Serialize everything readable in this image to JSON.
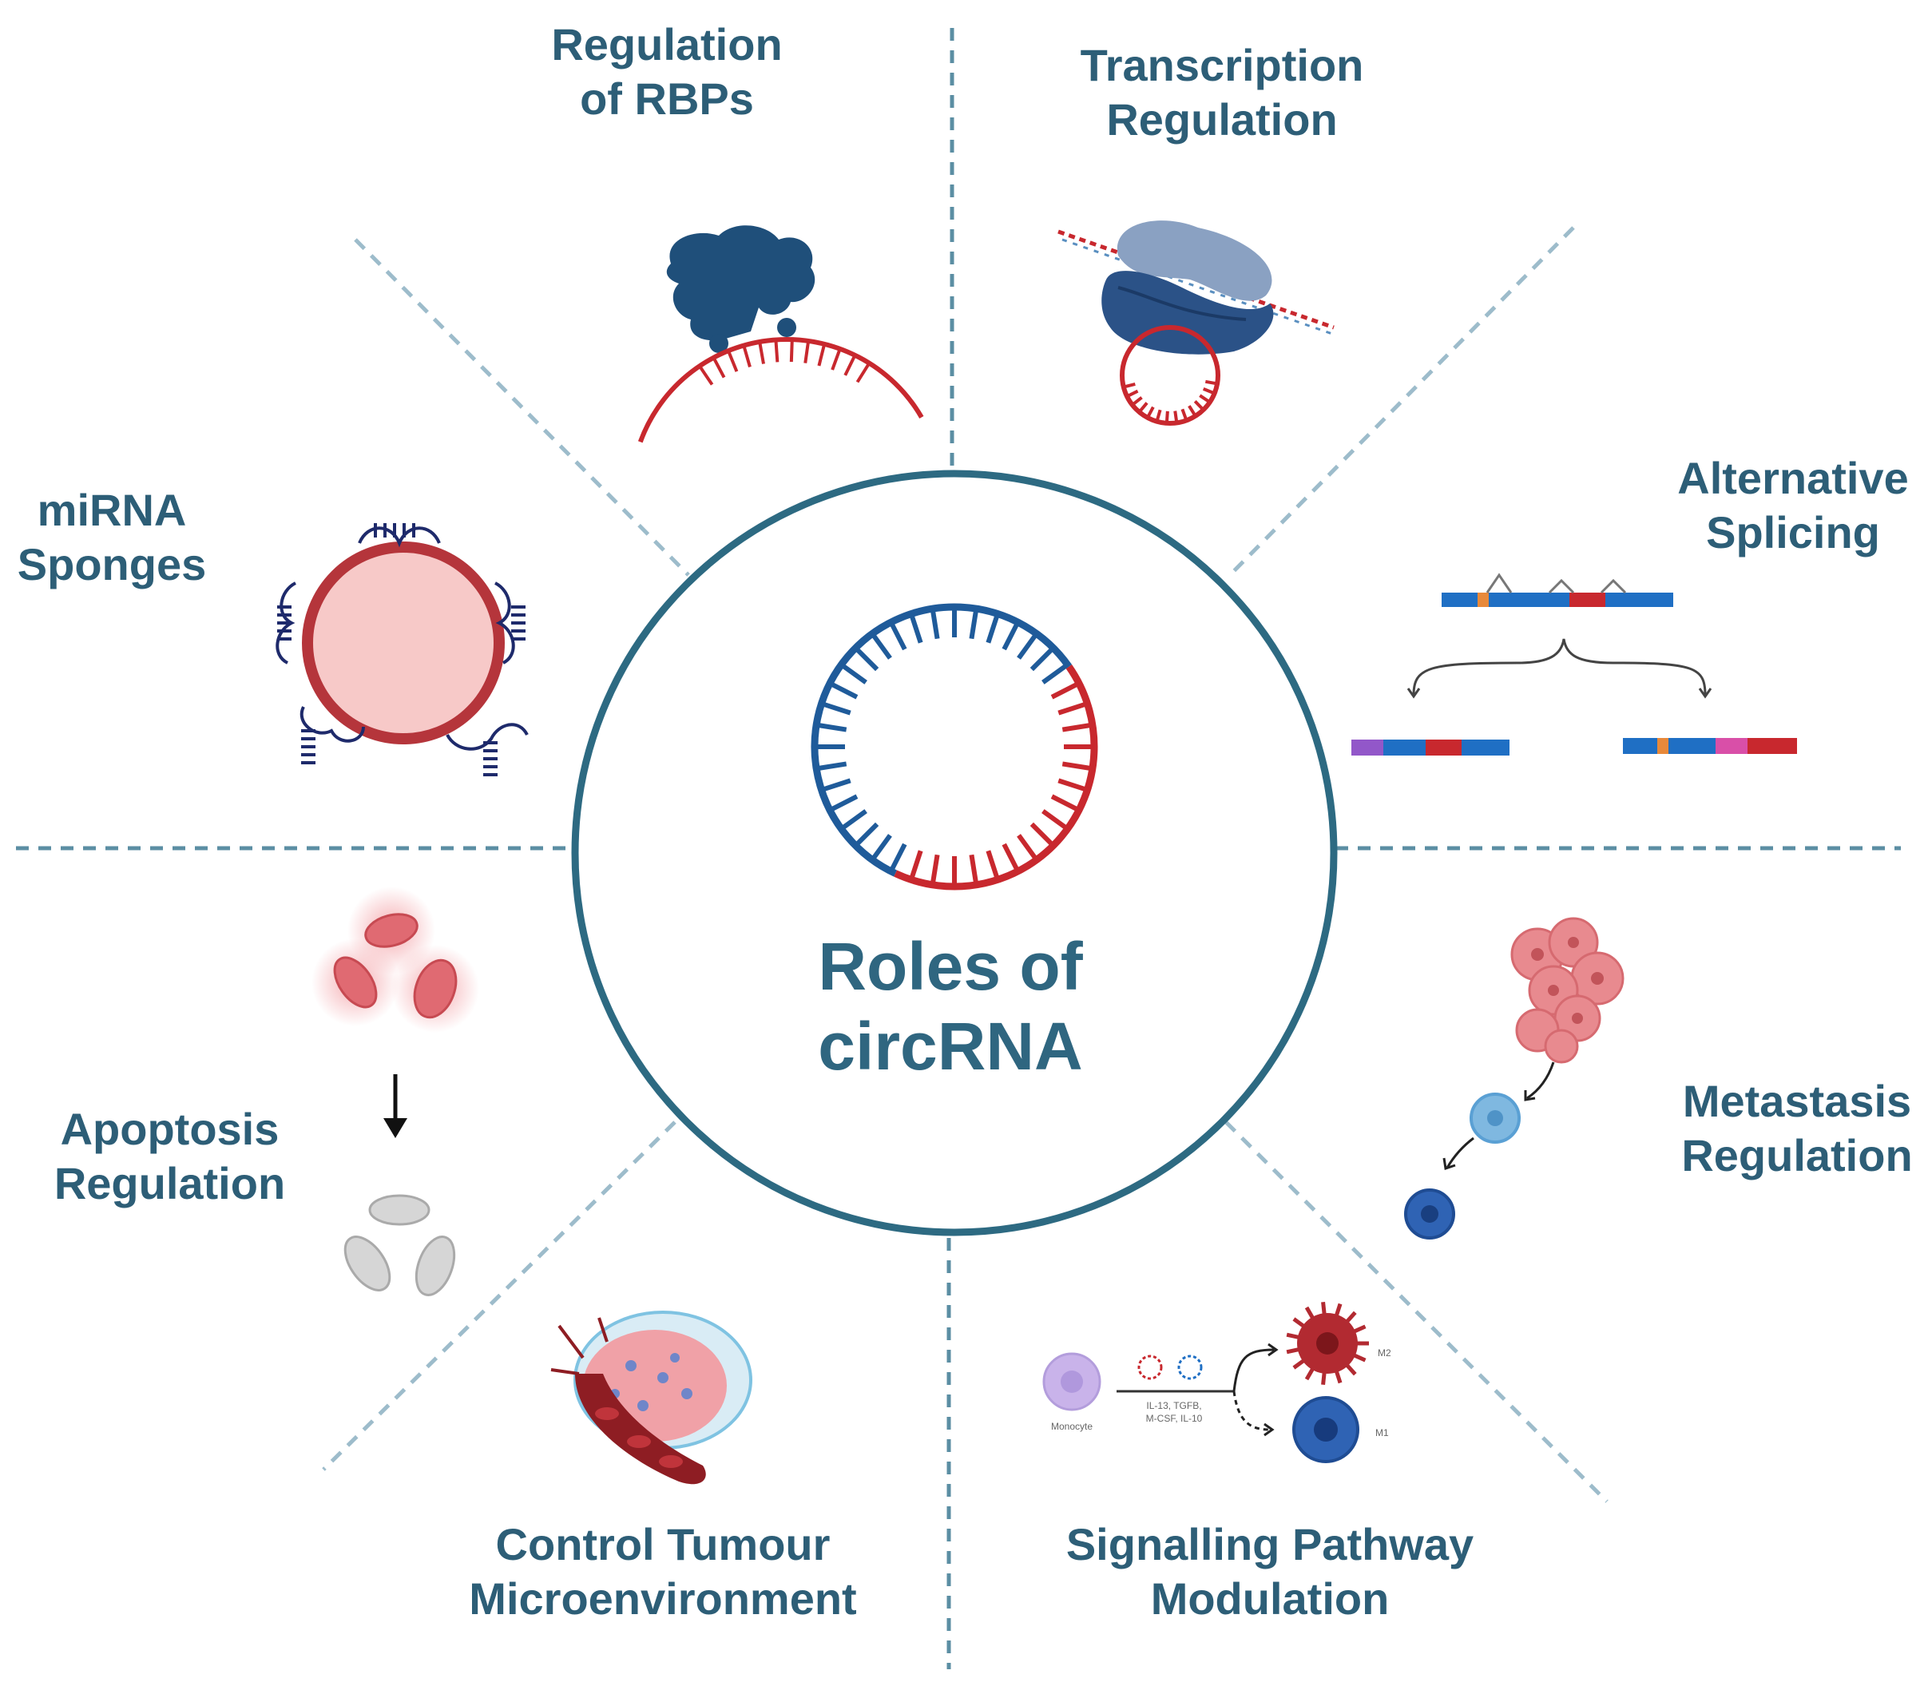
{
  "center": {
    "title_line1": "Roles of",
    "title_line2": "circRNA"
  },
  "roles": [
    {
      "line1": "Regulation",
      "line2": "of RBPs"
    },
    {
      "line1": "Transcription",
      "line2": "Regulation"
    },
    {
      "line1": "Alternative",
      "line2": "Splicing"
    },
    {
      "line1": "Metastasis",
      "line2": "Regulation"
    },
    {
      "line1": "Signalling Pathway",
      "line2": "Modulation"
    },
    {
      "line1": "Control Tumour",
      "line2": "Microenvironment"
    },
    {
      "line1": "Apoptosis",
      "line2": "Regulation"
    },
    {
      "line1": "miRNA",
      "line2": "Sponges"
    }
  ],
  "signalling": {
    "monocyte": "Monocyte",
    "stimuli_line1": "IL-13, TGFB,",
    "stimuli_line2": "M-CSF, IL-10",
    "m2": "M2",
    "m1": "M1"
  },
  "colors": {
    "text": "#2d5e77",
    "circle_stroke": "#2d6a82",
    "divider": "#5b8ea3",
    "rna_blue": "#1f5b9a",
    "rna_red": "#c8282e"
  }
}
